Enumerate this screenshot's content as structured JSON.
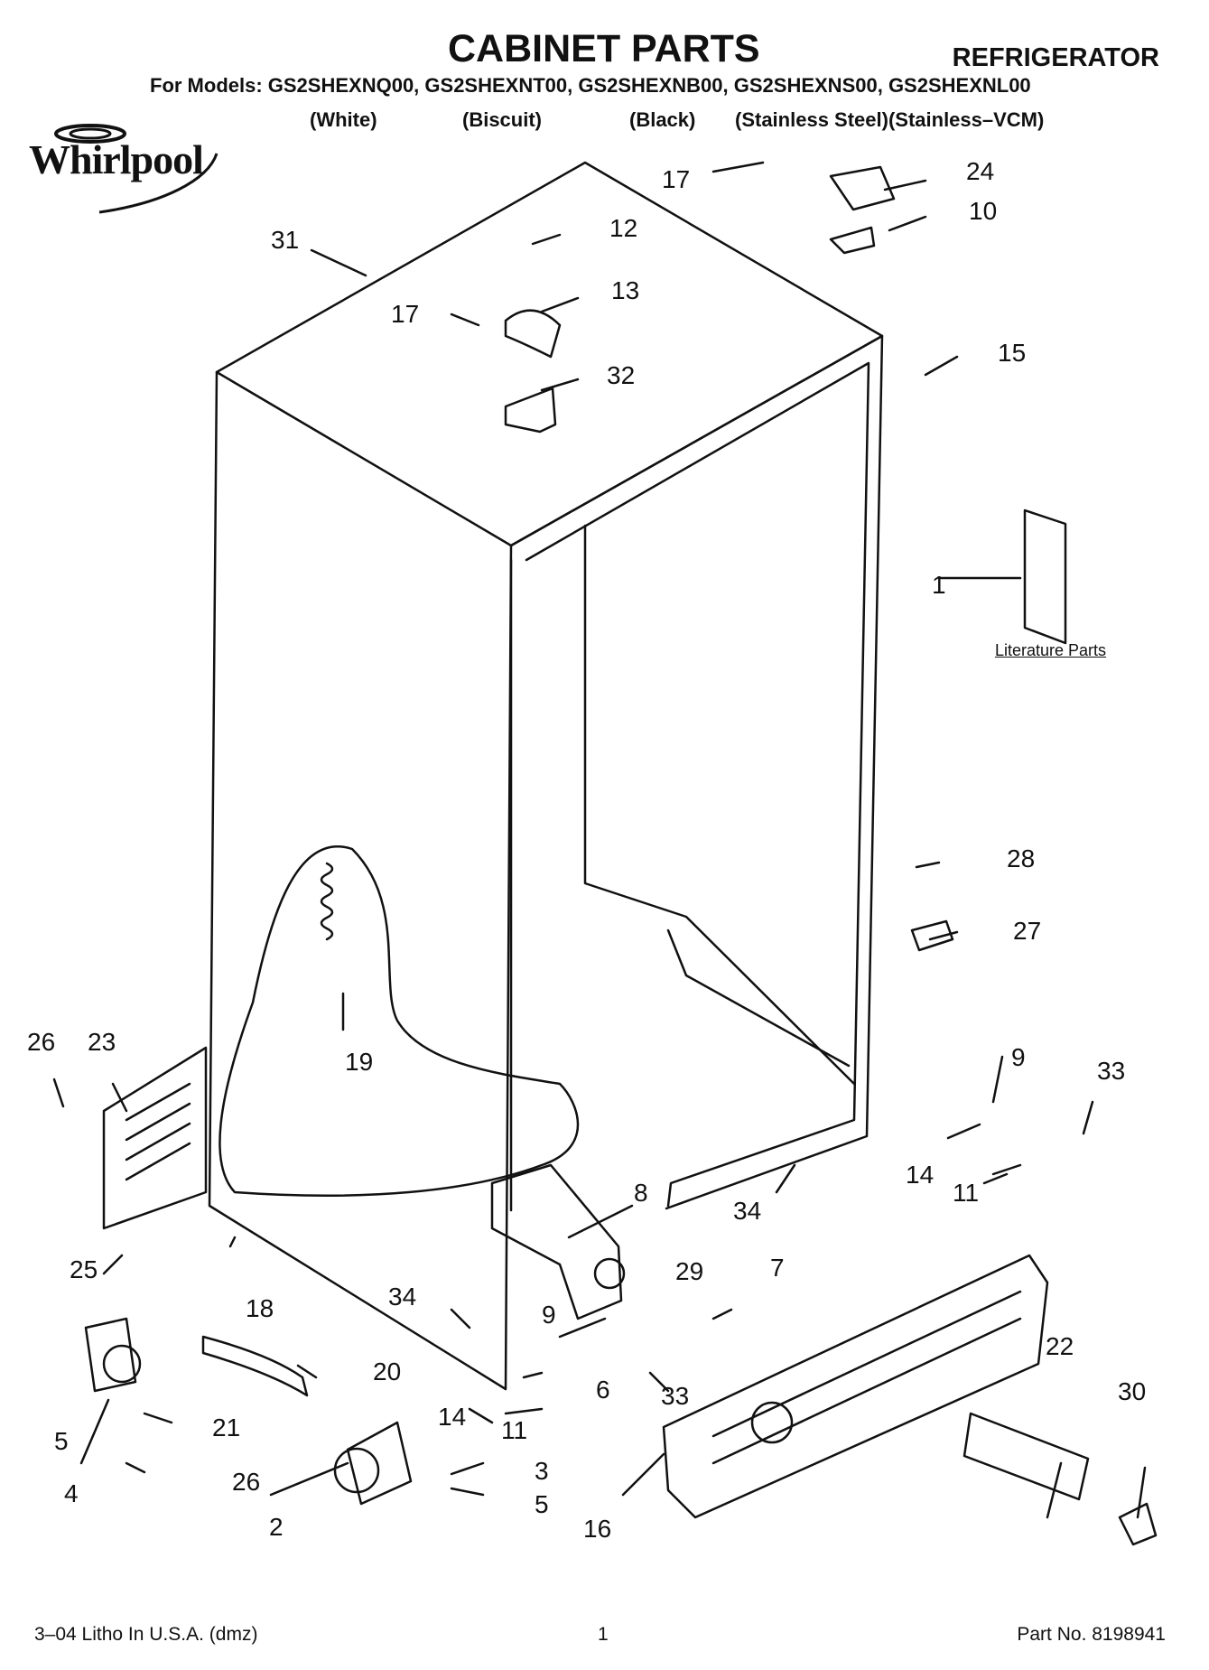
{
  "header": {
    "title": "CABINET PARTS",
    "product": "REFRIGERATOR",
    "models_line": "For Models: GS2SHEXNQ00, GS2SHEXNT00, GS2SHEXNB00, GS2SHEXNS00, GS2SHEXNL00",
    "variants": [
      "(White)",
      "(Biscuit)",
      "(Black)",
      "(Stainless Steel)(Stainless–VCM)"
    ]
  },
  "brand": {
    "name": "Whirlpool"
  },
  "diagram": {
    "literature_label": "Literature Parts",
    "callouts": [
      "31",
      "17",
      "12",
      "13",
      "32",
      "24",
      "10",
      "15",
      "1",
      "28",
      "27",
      "26",
      "23",
      "19",
      "9",
      "33",
      "14",
      "11",
      "8",
      "34",
      "25",
      "18",
      "29",
      "7",
      "20",
      "21",
      "5",
      "4",
      "26",
      "2",
      "3",
      "5",
      "16",
      "22",
      "30",
      "6",
      "33",
      "11",
      "14",
      "9",
      "34",
      "17"
    ]
  },
  "footer": {
    "litho": "3–04 Litho In U.S.A. (dmz)",
    "page": "1",
    "part_no": "Part No. 8198941"
  }
}
